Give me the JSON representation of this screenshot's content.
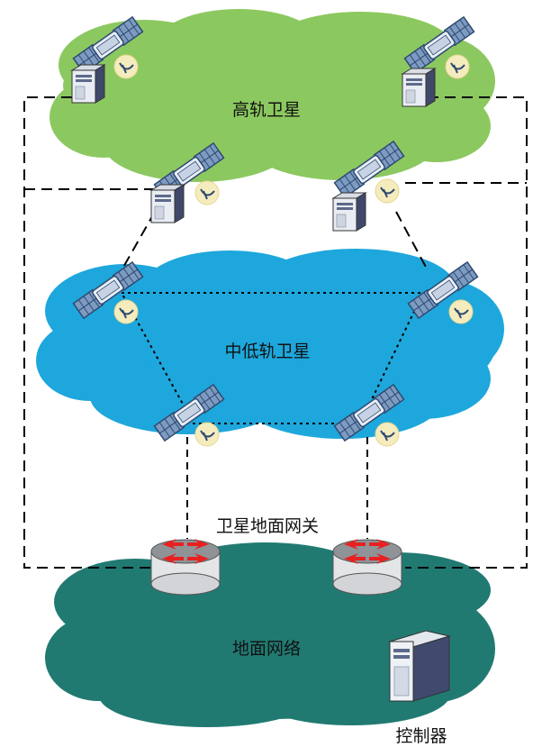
{
  "labels": {
    "geo_satellites": "高轨卫星",
    "leo_meo_satellites": "中低轨卫星",
    "satellite_gateway": "卫星地面网关",
    "ground_network": "地面网络",
    "controller": "控制器"
  },
  "colors": {
    "geo_cloud": "#8cc860",
    "leo_cloud": "#1ea7dc",
    "ground_cloud": "#217a72",
    "satellite_body": "#5f7ea8",
    "satellite_panel": "#7d9ac0",
    "router_top": "#8f9398",
    "router_arrows": "#e82020",
    "line": "#000000"
  }
}
